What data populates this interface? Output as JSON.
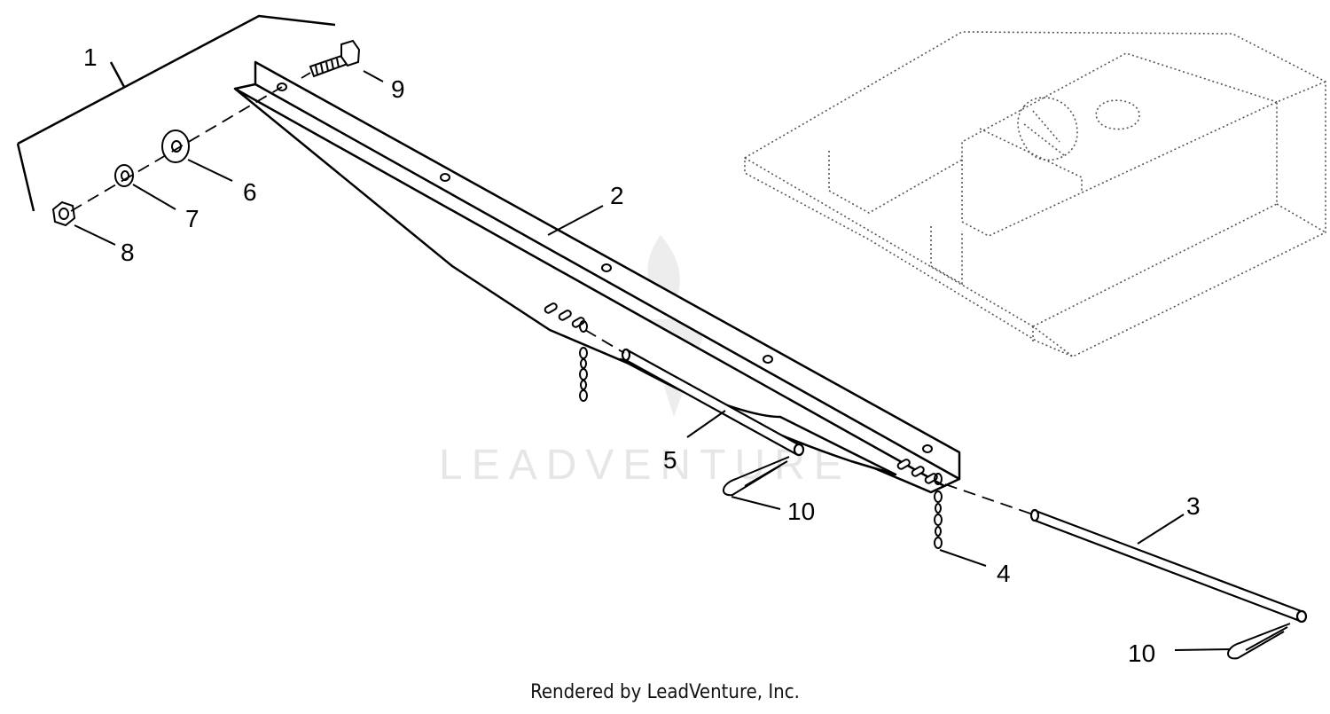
{
  "callouts": {
    "c1": "1",
    "c2": "2",
    "c3": "3",
    "c4": "4",
    "c5": "5",
    "c6": "6",
    "c7": "7",
    "c8": "8",
    "c9": "9",
    "c10a": "10",
    "c10b": "10"
  },
  "watermark": "LEADVENTURE",
  "footer": "Rendered by LeadVenture, Inc.",
  "colors": {
    "line": "#000000",
    "dotted": "#555555",
    "watermark": "#e6e6e6"
  }
}
